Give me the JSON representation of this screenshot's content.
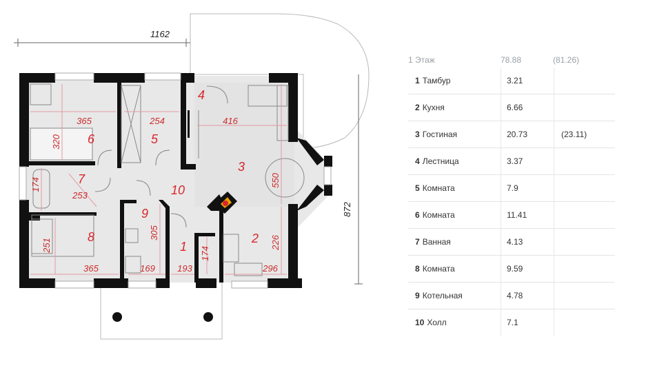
{
  "plan": {
    "overall_width": "1162",
    "overall_depth": "872",
    "rooms": [
      {
        "num": "1",
        "dim": "193",
        "dim2": "174"
      },
      {
        "num": "2",
        "dim": "296",
        "dim2": "226"
      },
      {
        "num": "3",
        "dim": "416",
        "dim2": "550"
      },
      {
        "num": "4"
      },
      {
        "num": "5",
        "dim": "254"
      },
      {
        "num": "6",
        "dim": "365",
        "dim2": "320"
      },
      {
        "num": "7",
        "dim": "253",
        "dim2": "174"
      },
      {
        "num": "8",
        "dim": "365",
        "dim2": "251"
      },
      {
        "num": "9",
        "dim": "169",
        "dim2": "305"
      },
      {
        "num": "10"
      }
    ]
  },
  "legend": {
    "floor_label": "1 Этаж",
    "total": "78.88",
    "total_alt": "(81.26)",
    "rows": [
      {
        "num": "1",
        "name": "Тамбур",
        "area": "3.21",
        "alt": ""
      },
      {
        "num": "2",
        "name": "Кухня",
        "area": "6.66",
        "alt": ""
      },
      {
        "num": "3",
        "name": "Гостиная",
        "area": "20.73",
        "alt": "(23.11)"
      },
      {
        "num": "4",
        "name": "Лестница",
        "area": "3.37",
        "alt": ""
      },
      {
        "num": "5",
        "name": "Комната",
        "area": "7.9",
        "alt": ""
      },
      {
        "num": "6",
        "name": "Комната",
        "area": "11.41",
        "alt": ""
      },
      {
        "num": "7",
        "name": "Ванная",
        "area": "4.13",
        "alt": ""
      },
      {
        "num": "8",
        "name": "Комната",
        "area": "9.59",
        "alt": ""
      },
      {
        "num": "9",
        "name": "Котельная",
        "area": "4.78",
        "alt": ""
      },
      {
        "num": "10",
        "name": "Холл",
        "area": "7.1",
        "alt": ""
      }
    ]
  }
}
